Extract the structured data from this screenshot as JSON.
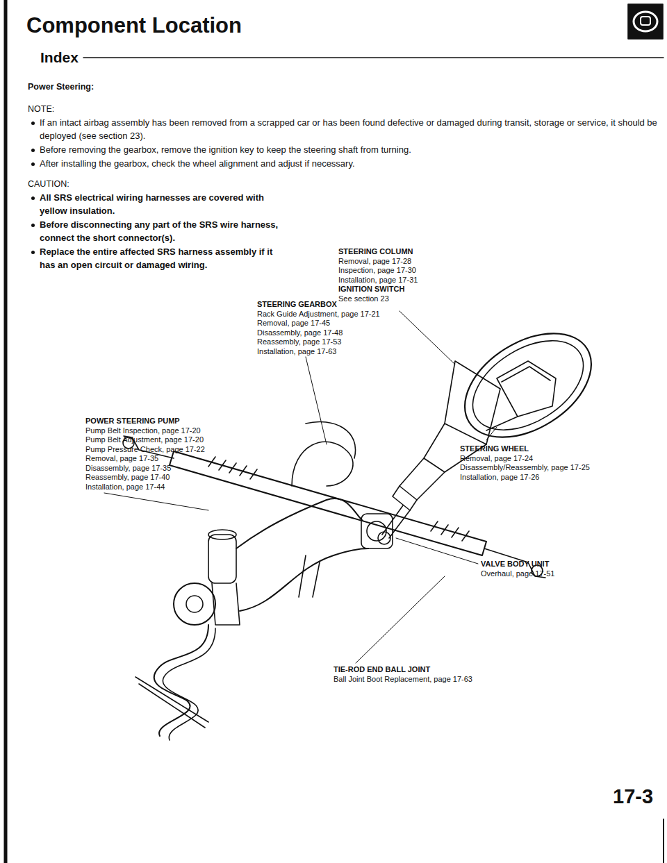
{
  "diagram": {
    "title": "Component Location",
    "labels": [
      "Index",
      "Power Steering:",
      "NOTE:",
      "If an intact airbag assembly has been removed from a scrapped car or has been found defective or damaged during transit, storage or service, it should be deployed (see section 23).",
      "Before removing the gearbox, remove the ignition key to keep the steering shaft from turning.",
      "After installing the gearbox, check the wheel alignment and adjust if necessary.",
      "CAUTION:",
      "All SRS electrical wiring harnesses are covered with yellow insulation.",
      "Before disconnecting any part of the SRS wire harness, connect the short connector(s).",
      "Replace the entire affected SRS harness assembly if it has an open circuit or damaged wiring.",
      "STEERING COLUMN",
      "Removal, page 17-28",
      "Inspection, page 17-30",
      "Installation, page 17-31",
      "IGNITION SWITCH",
      "See section 23",
      "STEERING GEARBOX",
      "Rack Guide Adjustment, page 17-21",
      "Removal, page 17-45",
      "Disassembly, page 17-48",
      "Reassembly, page 17-53",
      "Installation, page 17-63",
      "POWER STEERING PUMP",
      "Pump Belt Inspection, page 17-20",
      "Pump Belt Adjustment, page 17-20",
      "Pump Pressure Check, page 17-22",
      "Removal, page 17-35",
      "Disassembly, page 17-35",
      "Reassembly, page 17-40",
      "Installation, page 17-44",
      "STEERING WHEEL",
      "Removal, page 17-24",
      "Disassembly/Reassembly, page 17-25",
      "Installation, page 17-26",
      "VALVE BODY UNIT",
      "Overhaul, page 17-51",
      "TIE-ROD END BALL JOINT",
      "Ball Joint Boot Replacement, page 17-63",
      "17-3"
    ]
  }
}
